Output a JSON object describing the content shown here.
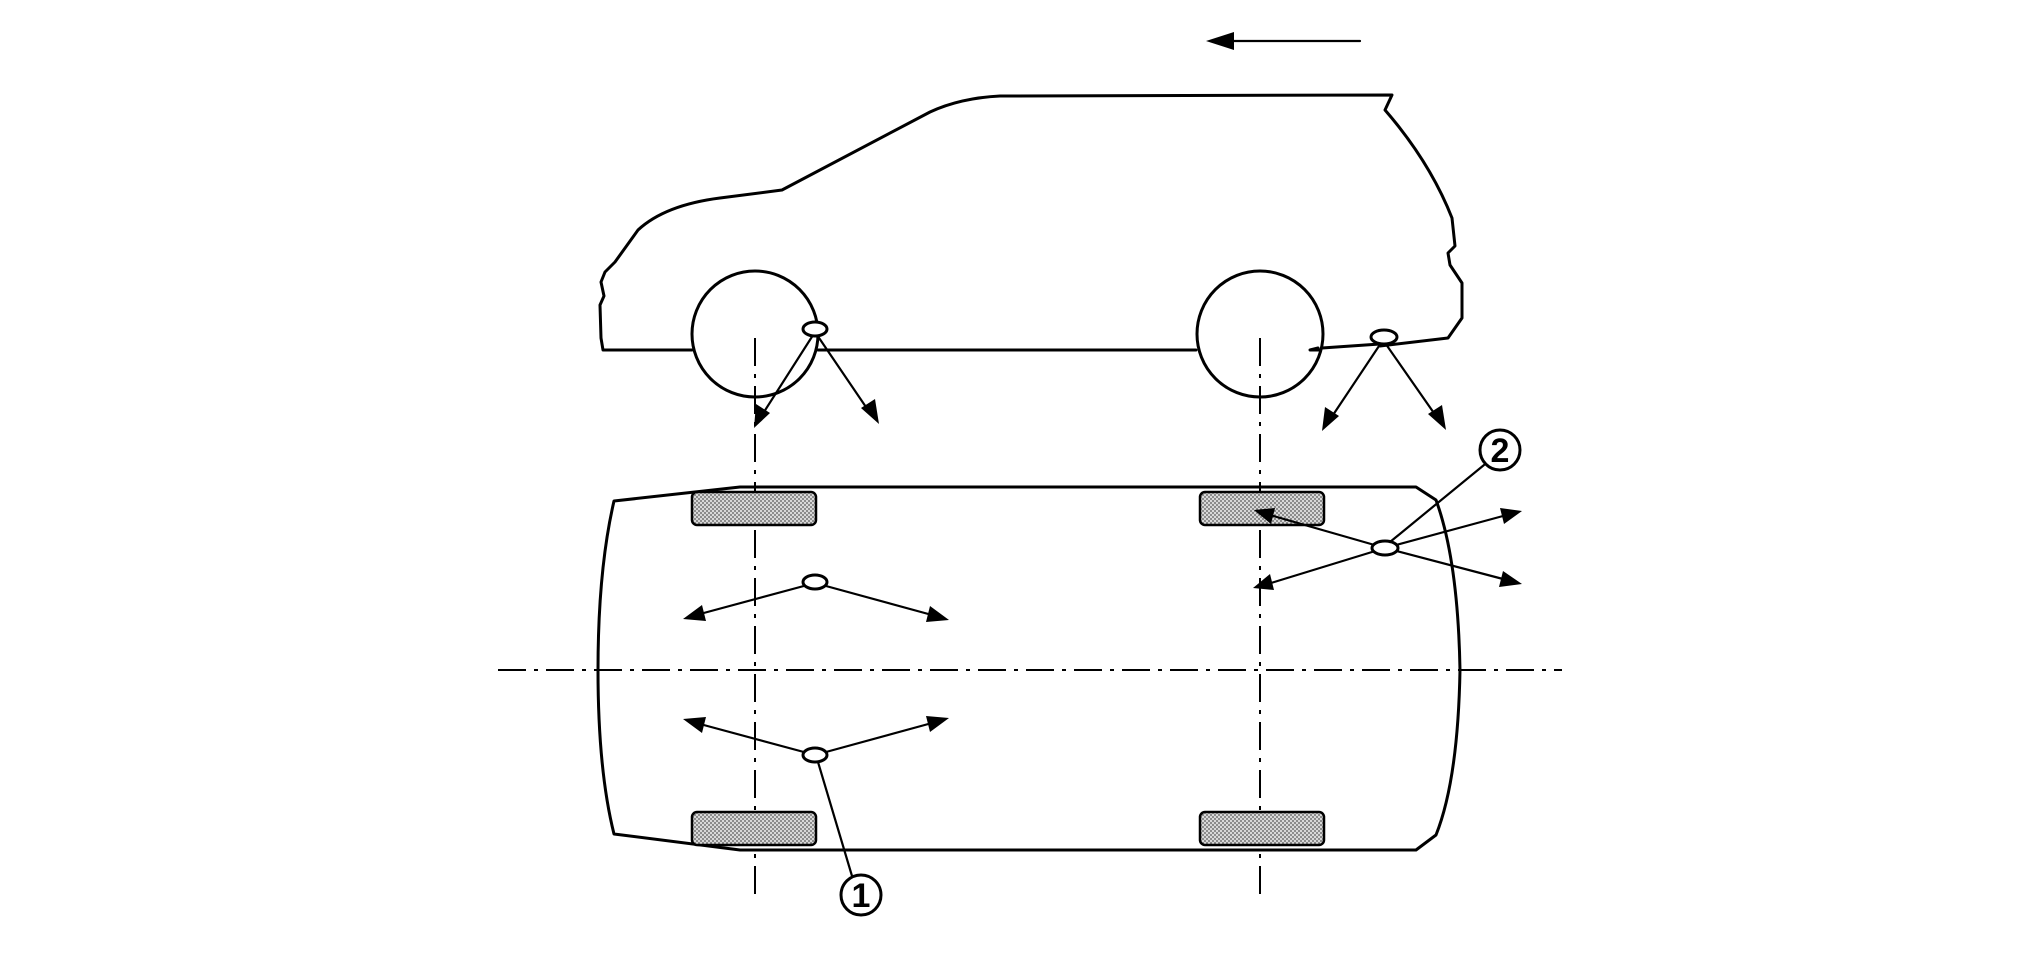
{
  "callouts": [
    {
      "id": "1",
      "label": "1"
    },
    {
      "id": "2",
      "label": "2"
    }
  ],
  "colors": {
    "line": "#000000",
    "background": "#ffffff",
    "pad_fill": "#b0b0b0"
  }
}
